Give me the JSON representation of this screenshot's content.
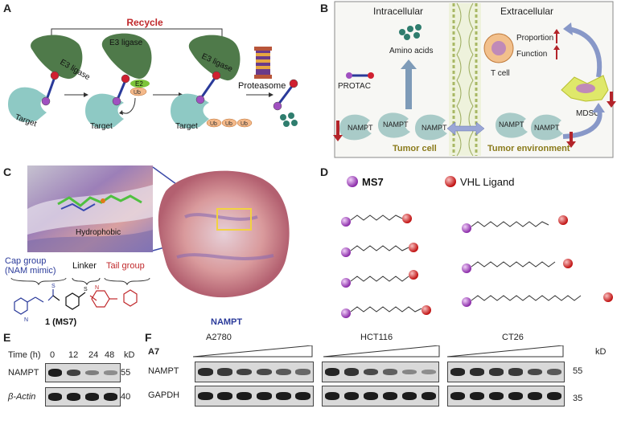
{
  "panels": {
    "A": "A",
    "B": "B",
    "C": "C",
    "D": "D",
    "E": "E",
    "F": "F"
  },
  "panelA": {
    "recycle": "Recycle",
    "e3": "E3 ligase",
    "target": "Target",
    "e2": "E2",
    "ub": "Ub",
    "proteasome": "Proteasome"
  },
  "panelB": {
    "intracellular": "Intracellular",
    "extracellular": "Extracellular",
    "amino_acids": "Amino acids",
    "protac": "PROTAC",
    "nampt": "NAMPT",
    "tumor_cell": "Tumor cell",
    "tumor_env": "Tumor environment",
    "t_cell": "T  cell",
    "proportion": "Proportion",
    "function": "Function",
    "mdsc": "MDSC"
  },
  "panelC": {
    "hydrophobic": "Hydrophobic",
    "cap_group": "Cap group",
    "nam_mimic": "(NAM mimic)",
    "linker": "Linker",
    "tail_group": "Tail group",
    "compound": "1 (MS7)",
    "protein": "NAMPT"
  },
  "panelD": {
    "ms7": "MS7",
    "vhl": "VHL Ligand"
  },
  "panelE": {
    "time_label": "Time (h)",
    "times": [
      "0",
      "12",
      "24",
      "48"
    ],
    "kd": "kD",
    "rows": [
      {
        "name": "NAMPT",
        "mw": "55"
      },
      {
        "name": "β-Actin",
        "mw": "40"
      }
    ],
    "nampt_levels": [
      1.0,
      0.75,
      0.35,
      0.25
    ]
  },
  "panelF": {
    "compound": "A7",
    "kd": "kD",
    "cell_lines": [
      "A2780",
      "HCT116",
      "CT26"
    ],
    "rows": [
      {
        "name": "NAMPT",
        "mw": "55"
      },
      {
        "name": "GAPDH",
        "mw": "35"
      }
    ],
    "nampt_levels": [
      [
        0.9,
        0.8,
        0.75,
        0.7,
        0.6,
        0.5
      ],
      [
        0.95,
        0.85,
        0.7,
        0.55,
        0.3,
        0.25
      ],
      [
        0.95,
        0.9,
        0.85,
        0.8,
        0.7,
        0.6
      ]
    ]
  }
}
